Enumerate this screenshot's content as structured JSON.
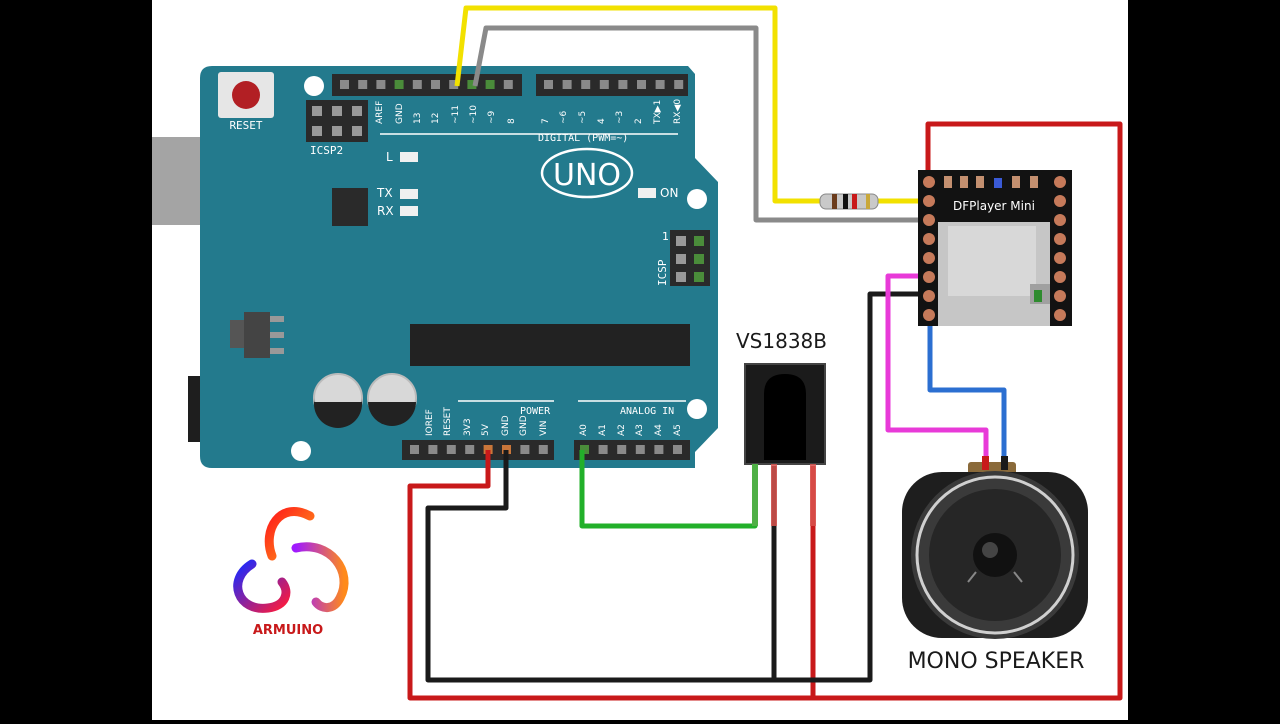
{
  "arduino": {
    "board_name": "UNO",
    "reset_label": "RESET",
    "icsp2_label": "ICSP2",
    "icsp_label": "ICSP",
    "icsp_pin1": "1",
    "led_l": "L",
    "led_tx": "TX",
    "led_rx": "RX",
    "on_label": "ON",
    "digital_label": "DIGITAL (PWM=~)",
    "power_label": "POWER",
    "analog_label": "ANALOG IN",
    "digital_pins": [
      "AREF",
      "GND",
      "13",
      "12",
      "~11",
      "~10",
      "~9",
      "8",
      "7",
      "~6",
      "~5",
      "4",
      "~3",
      "2",
      "TX▶1",
      "RX◀0"
    ],
    "power_pins": [
      "IOREF",
      "RESET",
      "3V3",
      "5V",
      "GND",
      "GND",
      "VIN"
    ],
    "analog_pins": [
      "A0",
      "A1",
      "A2",
      "A3",
      "A4",
      "A5"
    ]
  },
  "dfplayer": {
    "label": "DFPlayer Mini"
  },
  "ir_sensor": {
    "label": "VS1838B"
  },
  "speaker": {
    "label": "MONO SPEAKER"
  },
  "logo": {
    "text": "ARMUINO"
  },
  "colors": {
    "board": "#237a8d",
    "wire_red": "#c8191a",
    "wire_black": "#1a1a1a",
    "wire_yellow": "#f2e100",
    "wire_gray": "#8a8a8a",
    "wire_green": "#22b02a",
    "wire_pink": "#e83ad8",
    "wire_blue": "#2b6fd1"
  }
}
